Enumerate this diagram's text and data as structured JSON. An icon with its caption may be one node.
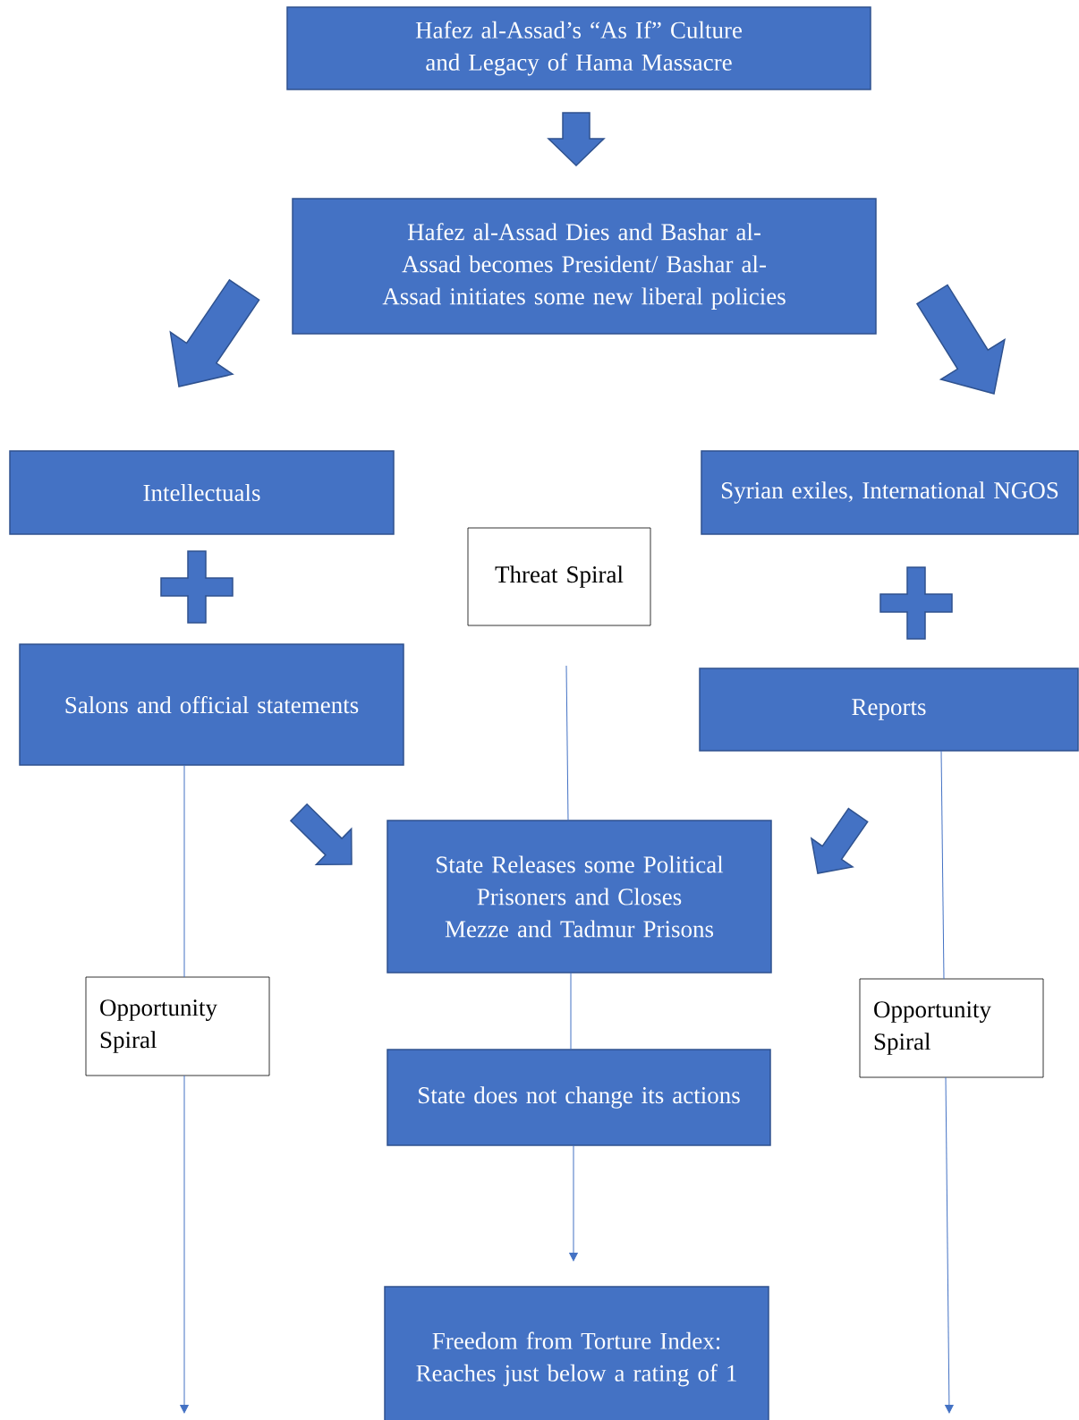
{
  "diagram": {
    "nodes": [
      {
        "text": [
          "Hafez al-Assad’s “As If” Culture and Legacy of Hama Massacre"
        ]
      },
      {
        "text": [
          "Hafez al-Assad Dies and Bashar al-Assad becomes President/ Bashar al-Assad initiates some new liberal policies"
        ]
      },
      {
        "text": [
          "Intellectuals"
        ]
      },
      {
        "text": [
          "Syrian exiles, International NGOS"
        ]
      },
      {
        "text": [
          "Threat Spiral"
        ]
      },
      {
        "text": [
          "Salons and official statements"
        ]
      },
      {
        "text": [
          "Reports"
        ]
      },
      {
        "text": [
          "State Releases some Political Prisoners and Closes Mezze and Tadmur Prisons"
        ]
      },
      {
        "text": [
          "Opportunity Spiral"
        ]
      },
      {
        "text": [
          "Opportunity Spiral"
        ]
      },
      {
        "text": [
          "State does not change its actions"
        ]
      },
      {
        "text": [
          "Freedom from Torture Index: Reaches just below a rating of 1"
        ]
      },
      {
        "text": [],
        "shape": "cross"
      },
      {
        "text": [],
        "shape": "cross"
      }
    ],
    "edges": [
      {
        "from": 0,
        "to": 1,
        "arrow": "to",
        "style": "thick"
      },
      {
        "from": 1,
        "to": 2,
        "arrow": "to",
        "style": "thick"
      },
      {
        "from": 1,
        "to": 3,
        "arrow": "to",
        "style": "thick"
      },
      {
        "from": 5,
        "to": 7,
        "arrow": "to",
        "style": "thick"
      },
      {
        "from": 6,
        "to": 7,
        "arrow": "to",
        "style": "thick"
      },
      {
        "from": 5,
        "to": 8,
        "arrow": "none"
      },
      {
        "from": 8,
        "to": null,
        "arrow": "to"
      },
      {
        "from": 6,
        "to": 9,
        "arrow": "none"
      },
      {
        "from": 9,
        "to": null,
        "arrow": "to"
      },
      {
        "from": 4,
        "to": 7,
        "arrow": "none"
      },
      {
        "from": 7,
        "to": 10,
        "arrow": "none"
      },
      {
        "from": 10,
        "to": 11,
        "arrow": "to"
      }
    ]
  }
}
